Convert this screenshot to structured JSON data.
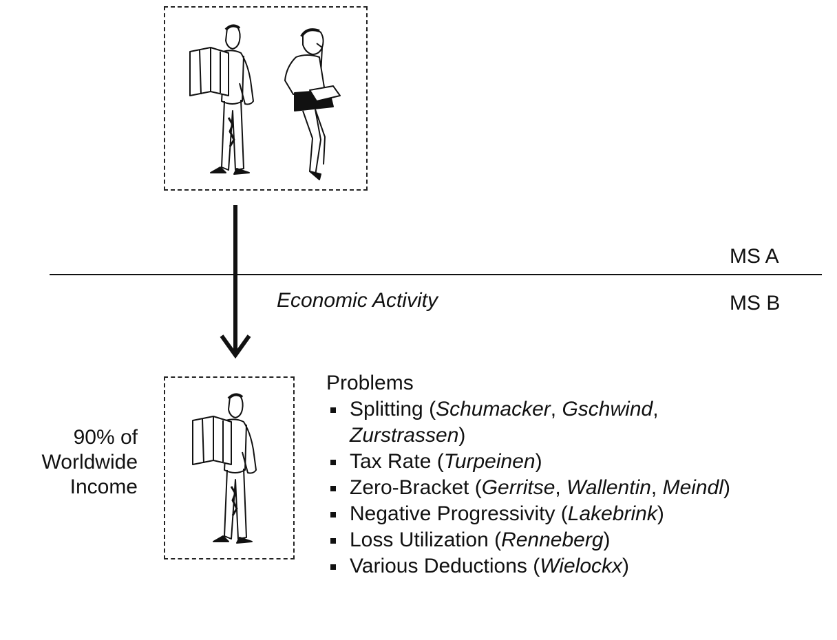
{
  "labels": {
    "ms_a": "MS A",
    "ms_b": "MS B",
    "activity": "Economic Activity"
  },
  "income": {
    "line1": "90% of",
    "line2": "Worldwide",
    "line3": "Income"
  },
  "problems": {
    "heading": "Problems",
    "items": [
      {
        "plain": "Splitting (",
        "cases": [
          "Schumacker",
          "Gschwind",
          "Zurstrassen"
        ],
        "close": ")"
      },
      {
        "plain": "Tax Rate (",
        "cases": [
          "Turpeinen"
        ],
        "close": ")"
      },
      {
        "plain": "Zero-Bracket (",
        "cases": [
          "Gerritse",
          "Wallentin",
          "Meindl"
        ],
        "close": ")"
      },
      {
        "plain": "Negative Progressivity (",
        "cases": [
          "Lakebrink"
        ],
        "close": ")"
      },
      {
        "plain": "Loss Utilization  (",
        "cases": [
          "Renneberg"
        ],
        "close": ")"
      },
      {
        "plain": "Various Deductions (",
        "cases": [
          "Wielockx"
        ],
        "close": ")"
      }
    ]
  },
  "icons": [
    "man-reading-map-icon",
    "woman-on-phone-icon"
  ]
}
